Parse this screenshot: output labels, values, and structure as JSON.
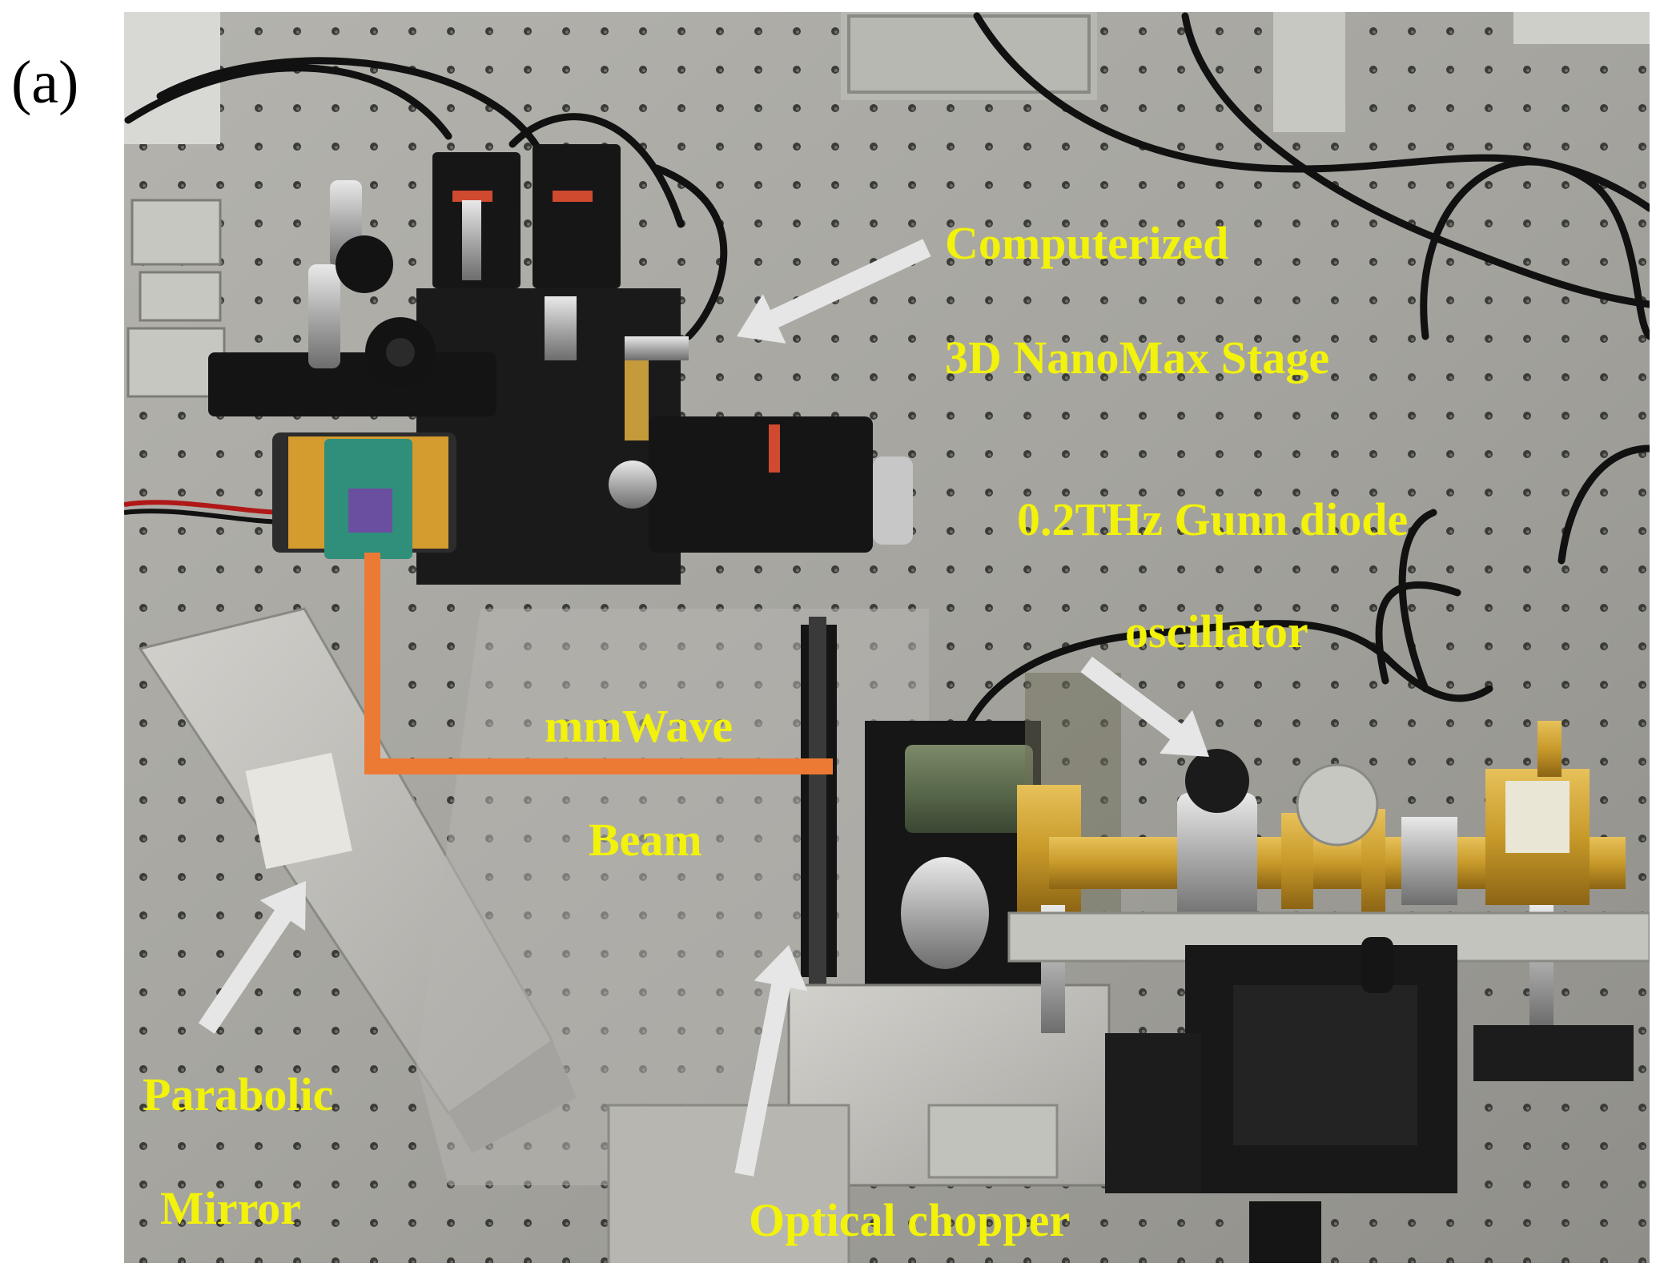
{
  "figure": {
    "panel_label": "(a)"
  },
  "colors": {
    "label_text": "#f2f20a",
    "beam": "#ed7a34",
    "arrow": "#e6e6e6",
    "table": "#a9a8a2",
    "black_hardware": "#151515",
    "gold_hardware": "#c89a2a"
  },
  "labels": {
    "stage_line1": "Computerized",
    "stage_line2": "3D NanoMax Stage",
    "gunn_line1": "0.2THz Gunn diode",
    "gunn_line2": "oscillator",
    "beam_line1": "mmWave",
    "beam_line2": "Beam",
    "mirror_line1": "Parabolic",
    "mirror_line2": "Mirror",
    "chopper": "Optical chopper"
  }
}
